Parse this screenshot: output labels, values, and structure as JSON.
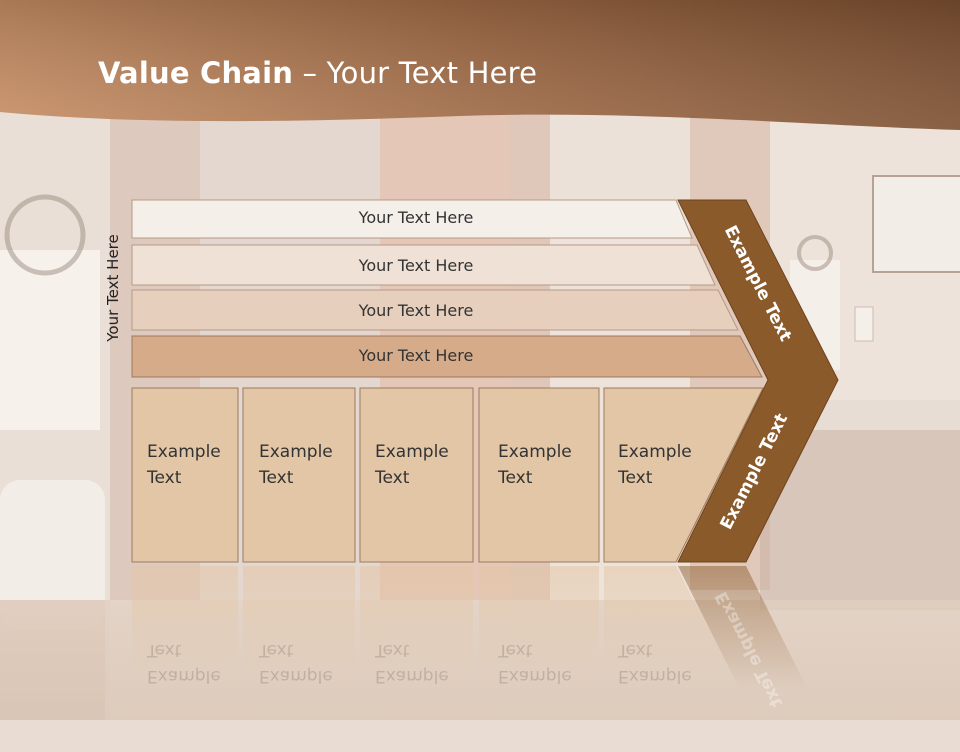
{
  "slide": {
    "title_bold": "Value Chain",
    "title_rest": " – Your Text Here",
    "side_label": "Your Text Here"
  },
  "rows": [
    {
      "label": "Your Text Here"
    },
    {
      "label": "Your Text Here"
    },
    {
      "label": "Your Text Here"
    },
    {
      "label": "Your Text Here"
    }
  ],
  "boxes": [
    {
      "line1": "Example",
      "line2": "Text"
    },
    {
      "line1": "Example",
      "line2": "Text"
    },
    {
      "line1": "Example",
      "line2": "Text"
    },
    {
      "line1": "Example",
      "line2": "Text"
    },
    {
      "line1": "Example",
      "line2": "Text"
    }
  ],
  "chevron": {
    "upper_label": "Example Text",
    "lower_label": "Example Text"
  },
  "colors": {
    "header": "#a8683f",
    "chevron": "#8b5a2b",
    "box_fill": "#e3c6a6",
    "row1": "#f5efea",
    "row2": "#efe1d5",
    "row3": "#e6cfbd",
    "row4": "#d6ab8a"
  }
}
